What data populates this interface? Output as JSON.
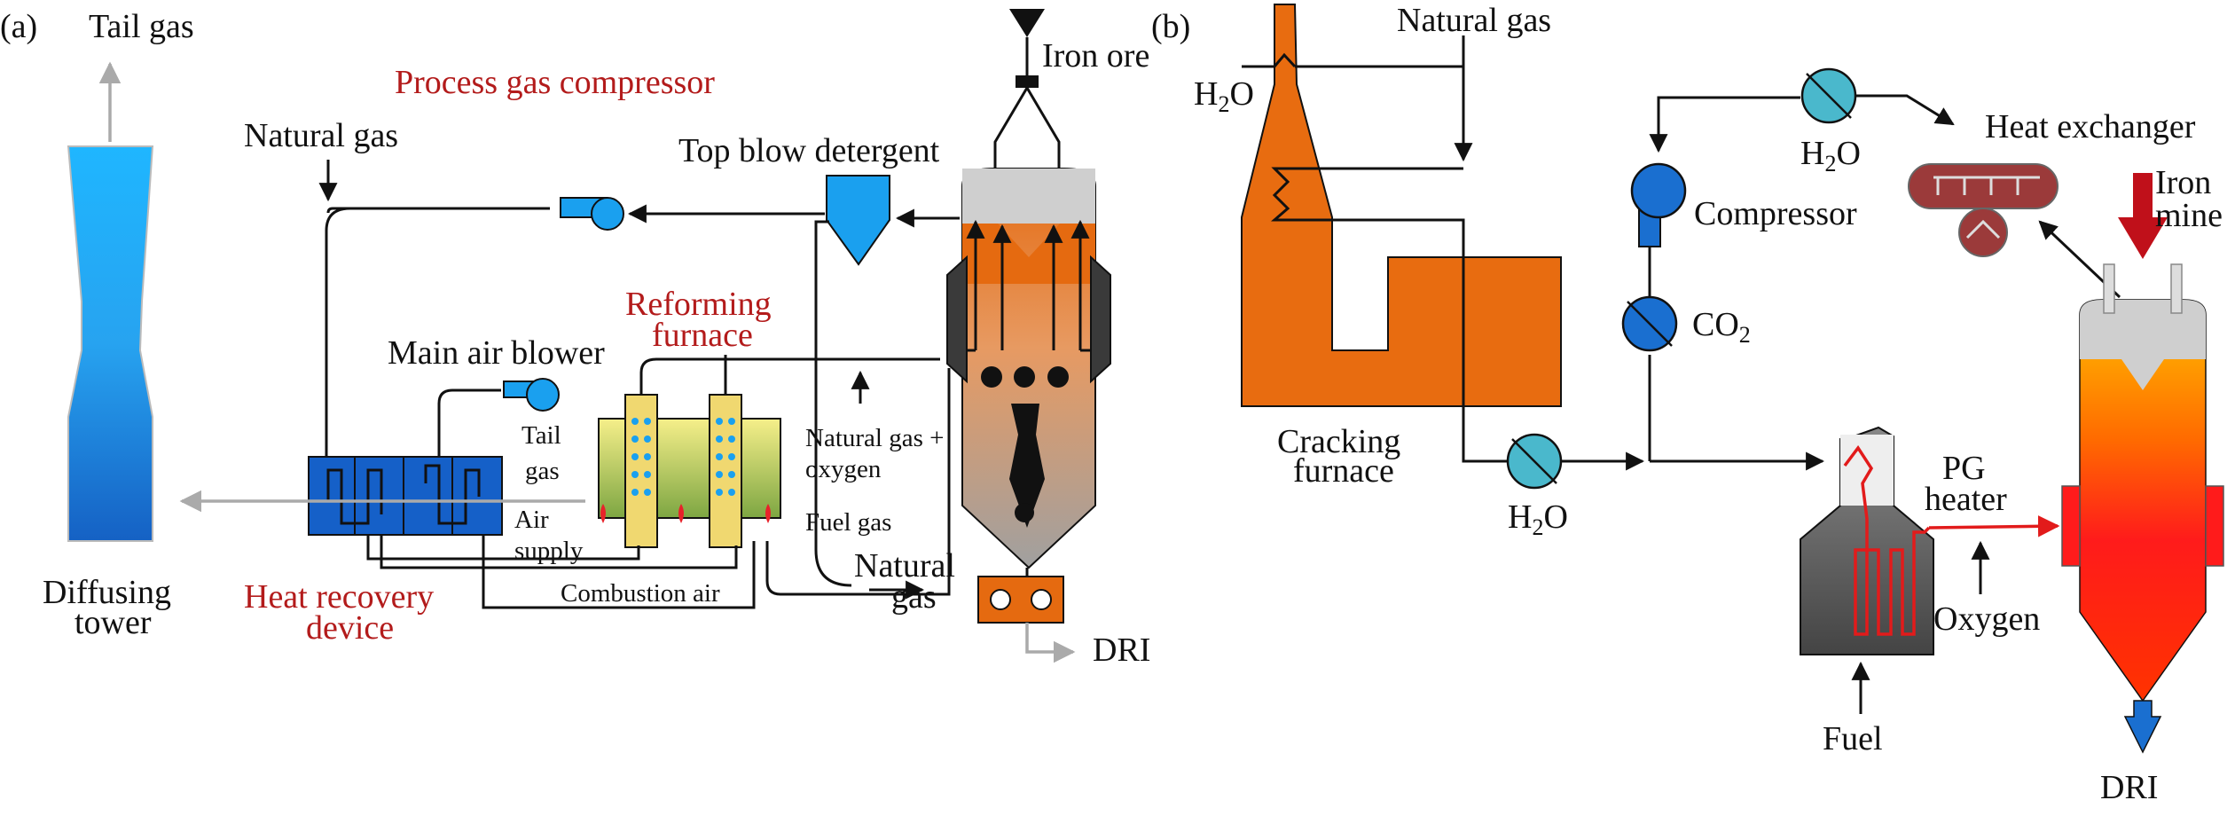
{
  "panels": [
    {
      "id": "a",
      "label": "(a)"
    },
    {
      "id": "b",
      "label": "(b)"
    }
  ],
  "panel_a": {
    "tail_gas": "Tail gas",
    "process_gas_compressor": "Process gas compressor",
    "natural_gas_top": "Natural gas",
    "top_blow_detergent": "Top blow detergent",
    "iron_ore": "Iron ore",
    "reforming_furnace_1": "Reforming",
    "reforming_furnace_2": "furnace",
    "main_air_blower": "Main air blower",
    "tail_gas_inner_1": "Tail",
    "tail_gas_inner_2": "gas",
    "air_supply_1": "Air",
    "air_supply_2": "supply",
    "natural_gas_oxygen_1": "Natural gas +",
    "natural_gas_oxygen_2": "oxygen",
    "fuel_gas": "Fuel gas",
    "natural_gas_bottom_1": "Natural",
    "natural_gas_bottom_2": "gas",
    "combustion_air": "Combustion air",
    "diffusing_tower_1": "Diffusing",
    "diffusing_tower_2": "tower",
    "heat_recovery_1": "Heat recovery",
    "heat_recovery_2": "device",
    "dri": "DRI"
  },
  "panel_b": {
    "natural_gas": "Natural gas",
    "h2o_top": "H",
    "h2o_sub": "2",
    "h2o_o": "O",
    "cracking_furnace_1": "Cracking",
    "cracking_furnace_2": "furnace",
    "h2o_bottom": "H",
    "h2o_bottom_sub": "2",
    "h2o_bottom_o": "O",
    "h2o_right": "H",
    "h2o_right_sub": "2",
    "h2o_right_o": "O",
    "compressor": "Compressor",
    "co2": "CO",
    "co2_sub": "2",
    "heat_exchanger": "Heat exchanger",
    "iron_mine_1": "Iron",
    "iron_mine_2": "mine",
    "pg_heater_1": "PG",
    "pg_heater_2": "heater",
    "oxygen": "Oxygen",
    "fuel": "Fuel",
    "dri": "DRI"
  }
}
